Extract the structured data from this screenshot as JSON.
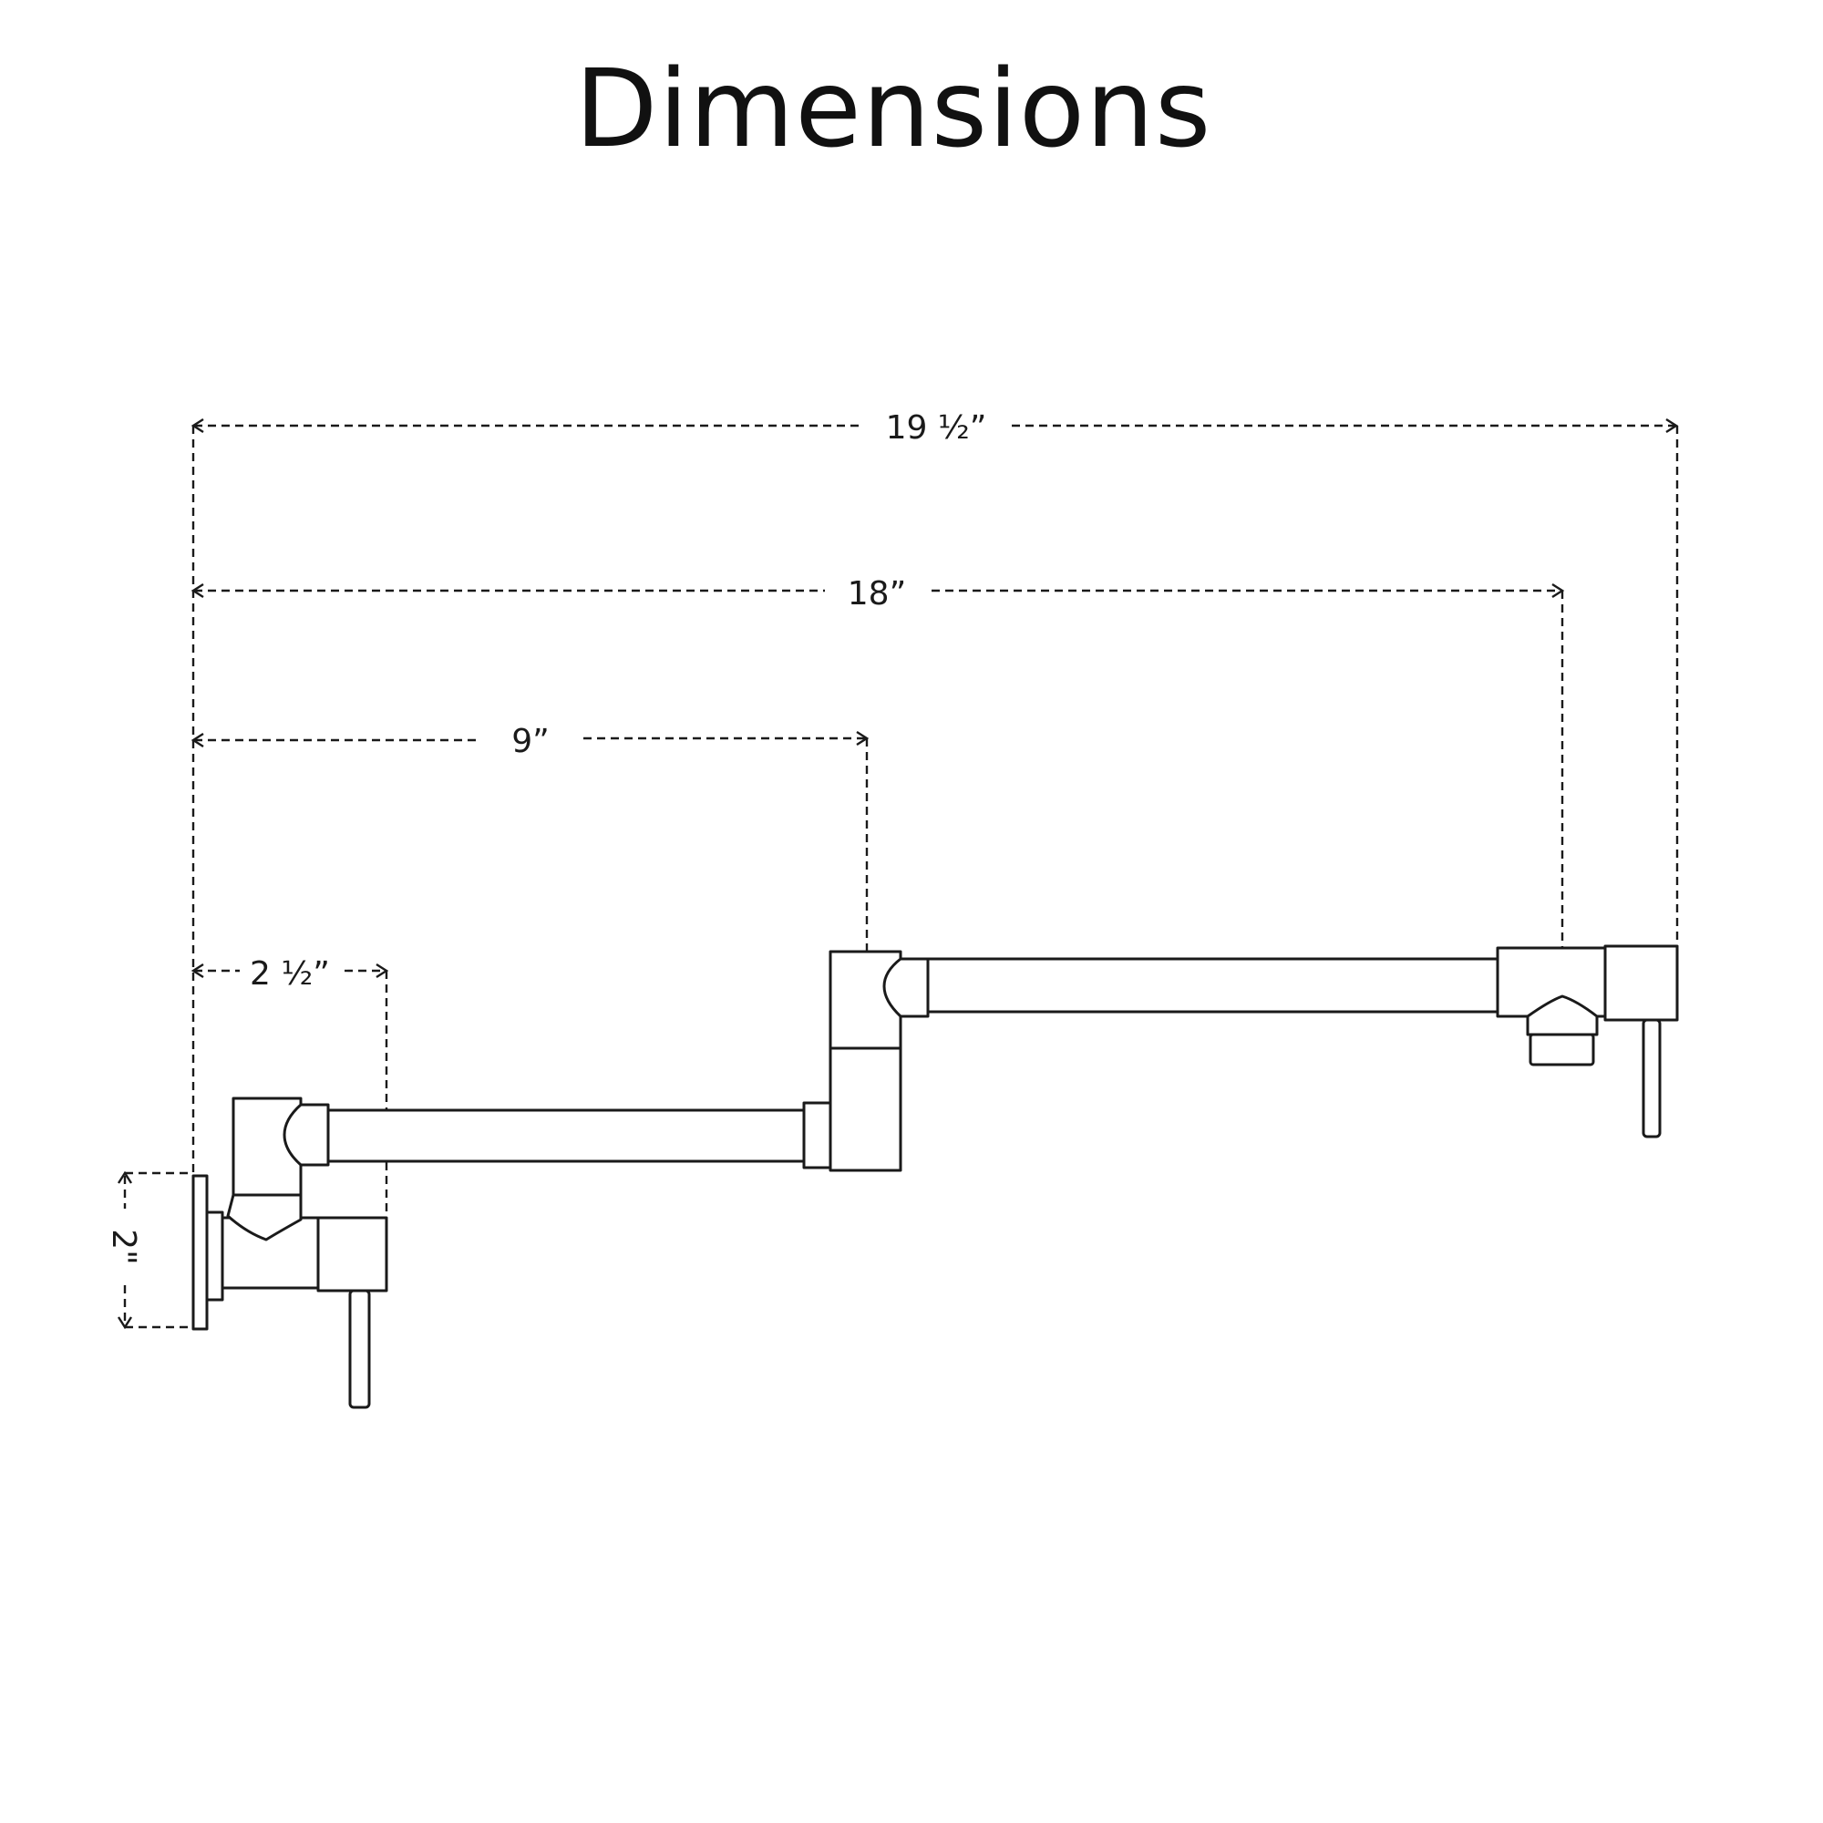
{
  "title": "Dimensions",
  "dimensions": {
    "overall_reach": "19 ½”",
    "arm_reach": "18”",
    "first_arm": "9”",
    "valve_depth": "2 ½”",
    "flange_height": "2\""
  },
  "colors": {
    "line": "#1a1a1a",
    "background": "#ffffff"
  }
}
